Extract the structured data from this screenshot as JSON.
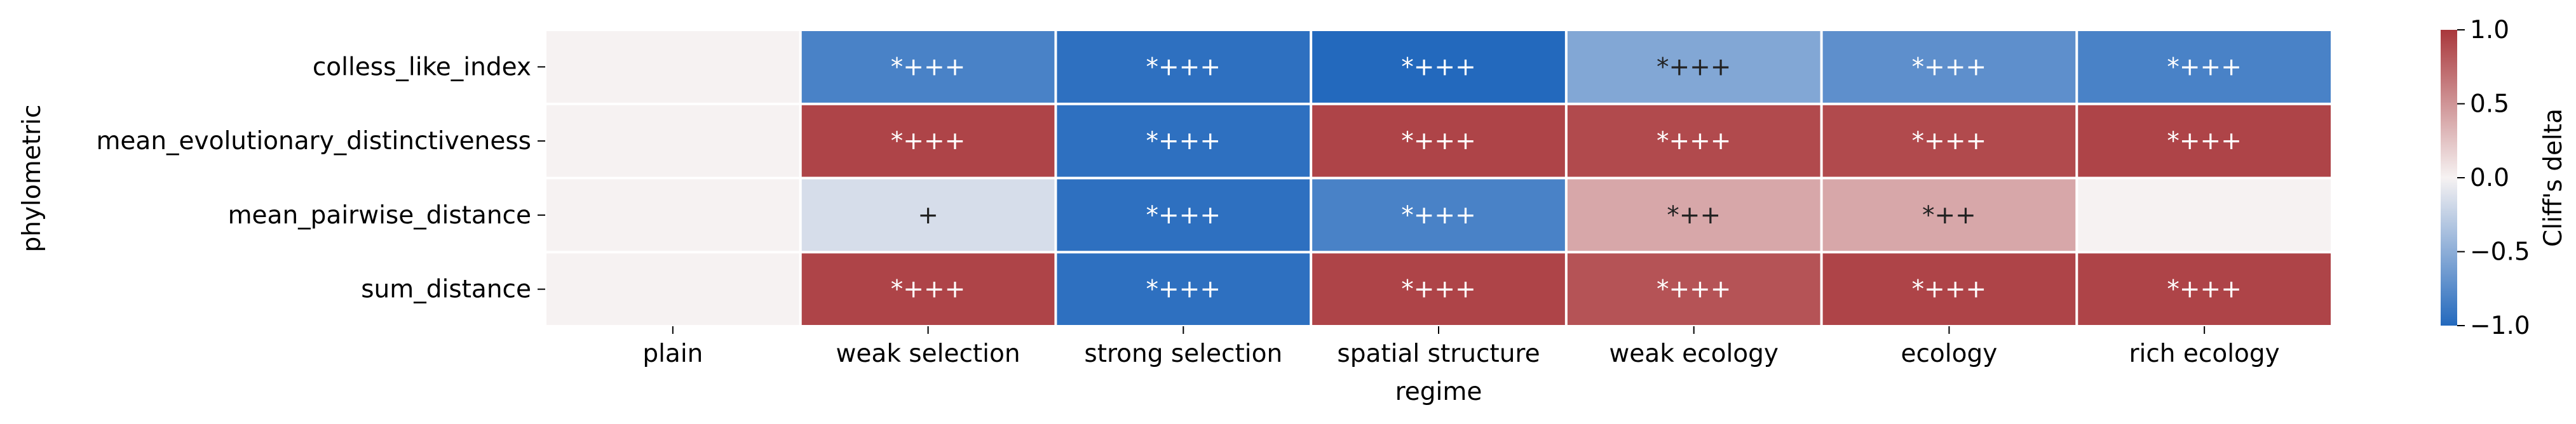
{
  "chart_data": {
    "type": "heatmap",
    "title": "",
    "xlabel": "regime",
    "ylabel": "phylometric",
    "x_categories": [
      "plain",
      "weak selection",
      "strong selection",
      "spatial structure",
      "weak ecology",
      "ecology",
      "rich ecology"
    ],
    "y_categories": [
      "colless_like_index",
      "mean_evolutionary_distinctiveness",
      "mean_pairwise_distance",
      "sum_distance"
    ],
    "values": [
      [
        0.0,
        -0.82,
        -0.95,
        -1.0,
        -0.55,
        -0.72,
        -0.82
      ],
      [
        0.0,
        0.93,
        -0.95,
        0.93,
        0.9,
        0.9,
        0.93
      ],
      [
        0.0,
        -0.15,
        -0.95,
        -0.82,
        0.4,
        0.4,
        0.0
      ],
      [
        0.0,
        0.93,
        -0.95,
        0.93,
        0.85,
        0.93,
        0.93
      ]
    ],
    "annotations": [
      [
        "",
        "*+++",
        "*+++",
        "*+++",
        "*+++",
        "*+++",
        "*+++"
      ],
      [
        "",
        "*+++",
        "*+++",
        "*+++",
        "*+++",
        "*+++",
        "*+++"
      ],
      [
        "",
        "+",
        "*+++",
        "*+++",
        "*++",
        "*++",
        ""
      ],
      [
        "",
        "*+++",
        "*+++",
        "*+++",
        "*+++",
        "*+++",
        "*+++"
      ]
    ],
    "colorbar": {
      "label": "Cliff's delta",
      "range": [
        -1.0,
        1.0
      ],
      "ticks": [
        "1.0",
        "0.5",
        "0.0",
        "−0.5",
        "−1.0"
      ],
      "tick_values": [
        1.0,
        0.5,
        0.0,
        -0.5,
        -1.0
      ],
      "colormap": "vlag",
      "color_low": "#2369bd",
      "color_mid": "#f6f2f2",
      "color_high": "#a9373b"
    },
    "grid": false,
    "cell_gap": "white"
  }
}
